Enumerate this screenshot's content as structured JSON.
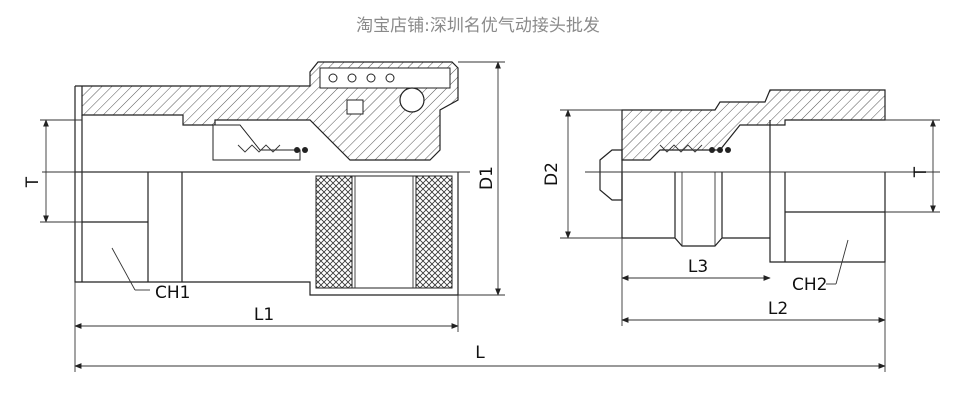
{
  "watermark": "淘宝店铺:深圳名优气动接头批发",
  "labels": {
    "T_left": "T",
    "D1": "D1",
    "CH1": "CH1",
    "L1": "L1",
    "L": "L",
    "D2": "D2",
    "L3": "L3",
    "CH2": "CH2",
    "L2": "L2",
    "T_right": "T"
  }
}
